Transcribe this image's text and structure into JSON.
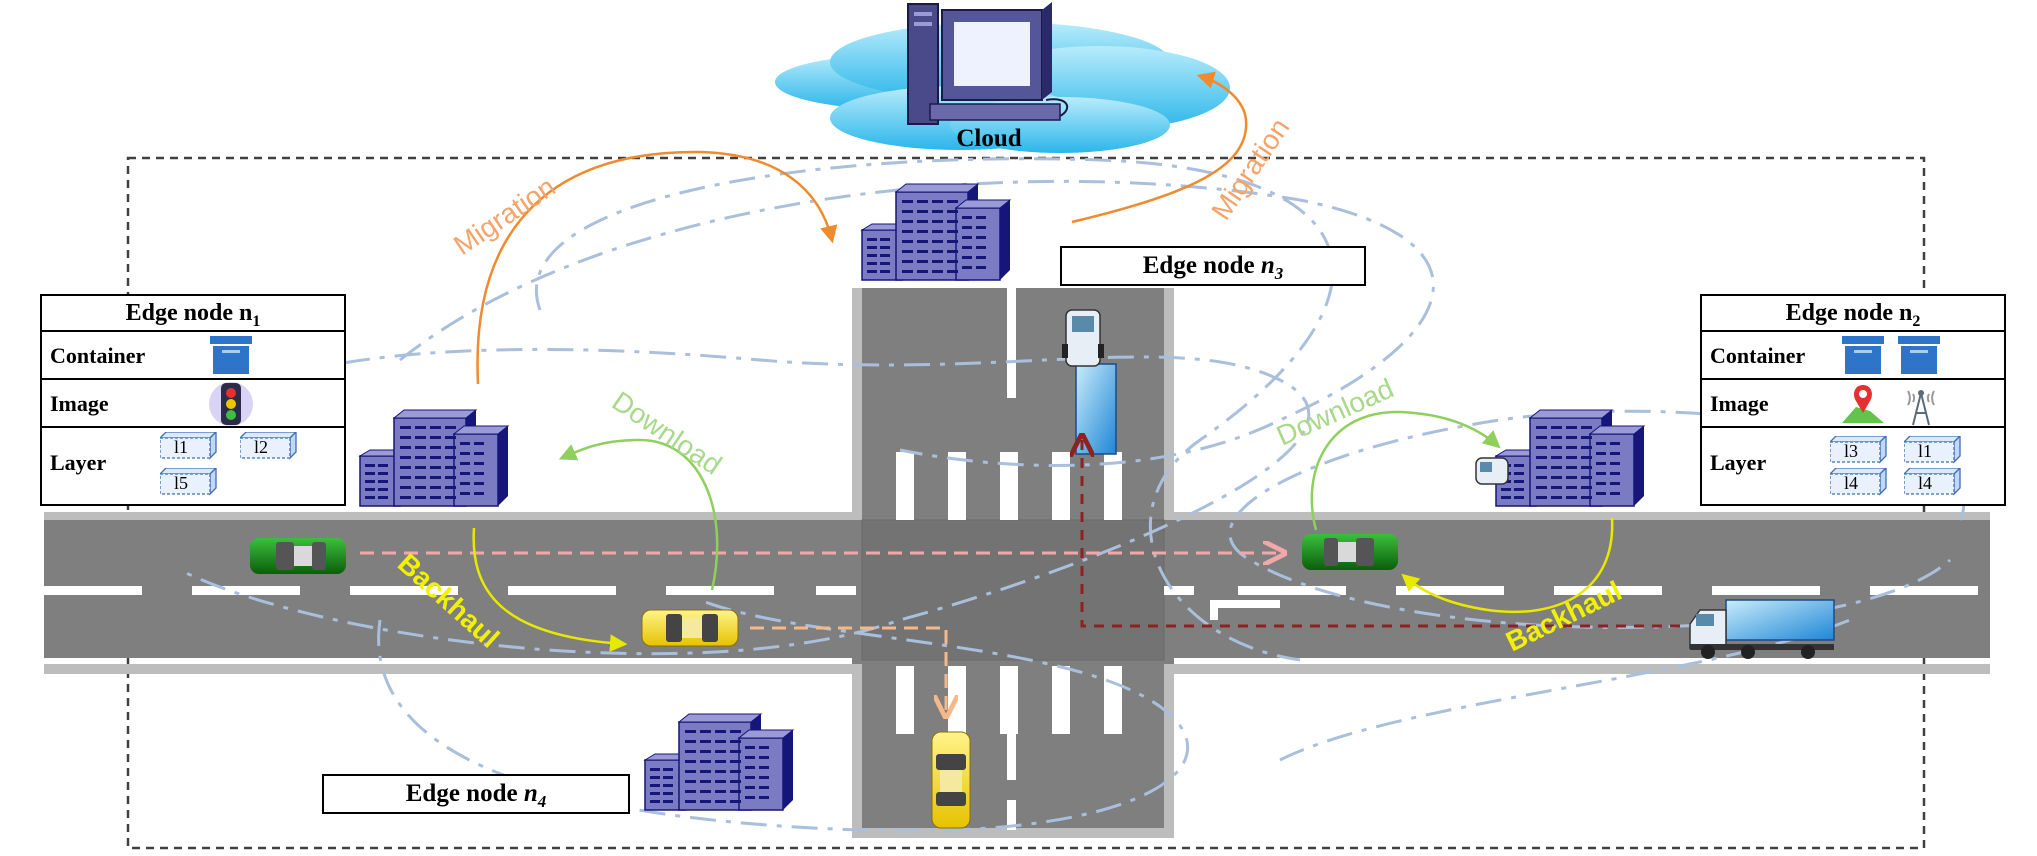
{
  "cloud": {
    "label": "Cloud"
  },
  "nodes": {
    "n1": {
      "title_main": "Edge node n",
      "title_sub": "1",
      "container_label": "Container",
      "image_label": "Image",
      "layer_label": "Layer",
      "layers": [
        "l1",
        "l2",
        "l5"
      ]
    },
    "n2": {
      "title_main": "Edge node n",
      "title_sub": "2",
      "container_label": "Container",
      "image_label": "Image",
      "layer_label": "Layer",
      "layers": [
        "l3",
        "l1",
        "l4",
        "l4"
      ]
    },
    "n3": {
      "title_main": "Edge node ",
      "title_var": "n",
      "title_sub": "3"
    },
    "n4": {
      "title_main": "Edge node ",
      "title_var": "n",
      "title_sub": "4"
    }
  },
  "arrows": {
    "migration_left": "Migration",
    "migration_right": "Migration",
    "download_left": "Download",
    "download_right": "Download",
    "backhaul_left": "Backhaul",
    "backhaul_right": "Backhaul"
  },
  "colors": {
    "migration": "#f08a2e",
    "download": "#8fcf5c",
    "backhaul": "#f2f200",
    "building": "#7b7bc4",
    "building_dark": "#15157a",
    "road": "#7f7f7f",
    "cloud": "#3fc3f0",
    "blue_dashdot": "#a9bfdc"
  }
}
